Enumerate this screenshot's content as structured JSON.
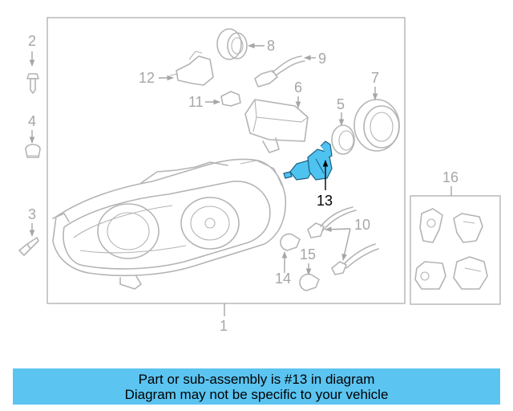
{
  "callouts": {
    "c1": "1",
    "c2": "2",
    "c3": "3",
    "c4": "4",
    "c5": "5",
    "c6": "6",
    "c7": "7",
    "c8": "8",
    "c9": "9",
    "c10": "10",
    "c11": "11",
    "c12": "12",
    "c13": "13",
    "c14": "14",
    "c15": "15",
    "c16": "16"
  },
  "highlighted_part": "13",
  "colors": {
    "highlight": "#4fc3f0",
    "line_art": "#b4b4b4",
    "banner": "#5bc4f1"
  },
  "banner": {
    "line1": "Part or sub-assembly is #13 in diagram",
    "line2": "Diagram may not be specific to your vehicle"
  }
}
